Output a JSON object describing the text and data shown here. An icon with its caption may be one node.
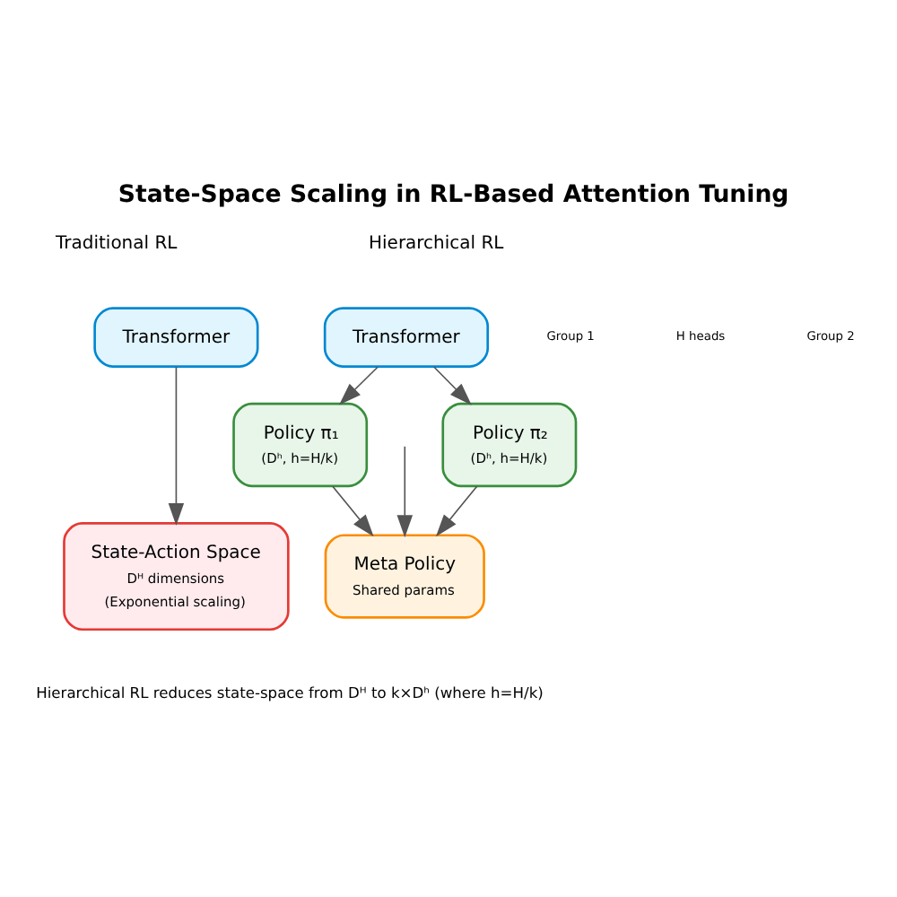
{
  "diagram": {
    "title": "State-Space Scaling in RL-Based Attention Tuning",
    "caption": "Hierarchical RL reduces state-space from Dᴴ to k×Dʰ (where h=H/k)",
    "nodes": [
      {
        "text": [
          "Transformer"
        ]
      },
      {
        "text": [
          "State-Action Space",
          "Dᴴ dimensions",
          "(Exponential scaling)"
        ]
      },
      {
        "text": [
          "Transformer"
        ]
      },
      {
        "text": [
          "Policy π₁",
          "(Dʰ, h=H/k)"
        ]
      },
      {
        "text": [
          "Policy π₂",
          "(Dʰ, h=H/k)"
        ]
      },
      {
        "text": [
          "Meta Policy",
          "Shared params"
        ]
      }
    ],
    "edges": [
      {
        "from": 0,
        "to": 1,
        "arrow": "to"
      },
      {
        "from": 2,
        "to": 3,
        "arrow": "to"
      },
      {
        "from": 2,
        "to": 4,
        "arrow": "to"
      },
      {
        "from": 3,
        "to": 5,
        "arrow": "to"
      },
      {
        "from": null,
        "to": 5,
        "arrow": "to"
      },
      {
        "from": 4,
        "to": 5,
        "arrow": "to"
      }
    ],
    "labels": [
      "Traditional RL",
      "Hierarchical RL",
      "H heads",
      "Group 1",
      "Group 2"
    ]
  }
}
